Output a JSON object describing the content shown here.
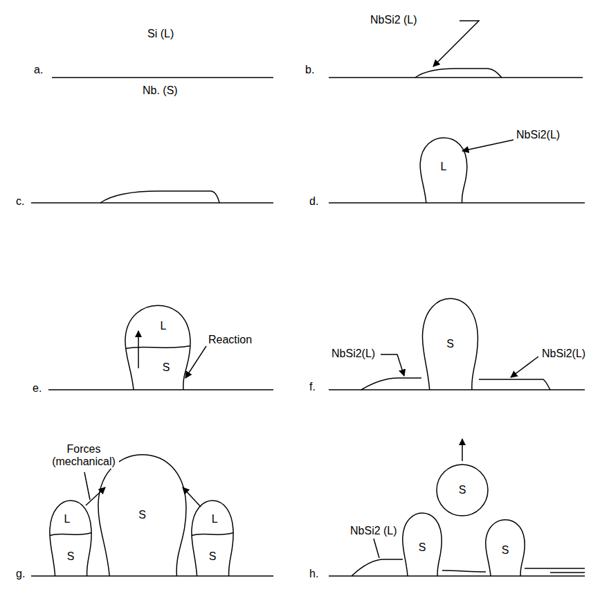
{
  "diagram": {
    "nodes": [
      {
        "text": [
          "L"
        ]
      },
      {
        "text": [
          "L",
          "S"
        ]
      },
      {
        "text": [
          "S"
        ]
      },
      {
        "text": [
          "S"
        ]
      },
      {
        "text": [
          "L",
          "S"
        ]
      },
      {
        "text": [
          "L",
          "S"
        ]
      },
      {
        "text": [
          "S"
        ]
      },
      {
        "text": [
          "S"
        ]
      },
      {
        "text": [
          "S"
        ]
      }
    ],
    "labels": [
      "a.",
      "Si (L)",
      "Nb. (S)",
      "b.",
      "NbSi2 (L)",
      "c.",
      "d.",
      "NbSi2(L)",
      "e.",
      "Reaction",
      "f.",
      "NbSi2(L)",
      "NbSi2(L)",
      "g.",
      "Forces (mechanical)",
      "h.",
      "NbSi2 (L)"
    ]
  }
}
